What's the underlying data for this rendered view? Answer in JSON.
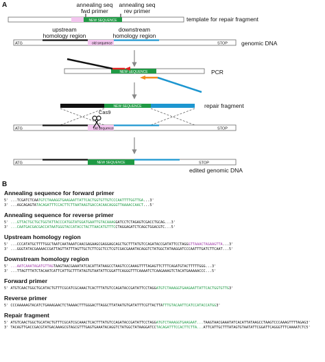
{
  "panel_a": {
    "label": "A",
    "template_label": "template for repair fragment",
    "fwd_primer_label": [
      "annealing seq",
      "fwd primer"
    ],
    "rev_primer_label": [
      "annealing seq",
      "rev primer"
    ],
    "upstream_label": [
      "upstream",
      "homology region"
    ],
    "downstream_label": [
      "downstream",
      "homology region"
    ],
    "genomic_label": "genomic DNA",
    "pcr_label": "PCR",
    "repair_label": "repair fragment",
    "edited_label": "edited genomic DNA",
    "atg": "ATG",
    "stop": "STOP",
    "new_sequence": "NEW SEQUENCE",
    "old_sequence": "old sequence",
    "cas9": "Cas9",
    "colors": {
      "green": "#1f9a45",
      "black": "#111111",
      "blue": "#1d96d0",
      "pink": "#f3c6ef",
      "red": "#e02020",
      "orange": "#f28a1e",
      "gray": "#888888"
    }
  },
  "panel_b": {
    "label": "B",
    "sections": [
      {
        "title": "Annealing sequence for forward primer",
        "lines": [
          {
            "p": "5'",
            "segs": [
              {
                "t": "...TCGATCTCAA",
                "c": "k"
              },
              {
                "t": "TGTCTAAAGGTGAAGAATTATTCACTGGTGTTGTCCCAATTTTGGTTGA",
                "c": "g"
              },
              {
                "t": "...3'",
                "c": "k"
              }
            ]
          },
          {
            "p": "3'",
            "segs": [
              {
                "t": "...AGCAGAGTA",
                "c": "k"
              },
              {
                "t": "TACAGATTTCCACTTCTTAATAAGTGACCACAACAGGGTTAAAACCAACT",
                "c": "g"
              },
              {
                "t": "...5'",
                "c": "k"
              }
            ]
          }
        ]
      },
      {
        "title": "Annealing sequence for reverse primer",
        "lines": [
          {
            "p": "5'",
            "segs": [
              {
                "t": "...GTTACTGCTGCTGGTATTAC",
                "c": "g"
              },
              {
                "t": "CCATGGTATGGATGAATTGTACAAAG",
                "c": "g"
              },
              {
                "t": "GATCCTCTAGAGTCGACCTGCAG...3'",
                "c": "k"
              }
            ]
          },
          {
            "p": "3'",
            "segs": [
              {
                "t": "...CAATGACGACGACCATAATG",
                "c": "g"
              },
              {
                "t": "GGTACCATACCTACTTAACATGTTTC",
                "c": "g"
              },
              {
                "t": "CTAGGAGATCTCAGCTGGACGTC...5'",
                "c": "k"
              }
            ]
          }
        ]
      },
      {
        "title": "Upstream homology region",
        "lines": [
          {
            "p": "5'",
            "segs": [
              {
                "t": "...CCCATATGCTTTTGGCTAAT",
                "c": "k"
              },
              {
                "t": "CAATAAATCAACGAGAAGCGAGGAGCAGCTGCTTTATGTCCAGATACCGATATTCCTAGG",
                "c": "k"
              },
              {
                "t": "GTTAAACTAGAAGTTA",
                "c": "p"
              },
              {
                "t": "...3'",
                "c": "k"
              }
            ]
          },
          {
            "p": "3'",
            "segs": [
              {
                "t": "...GGGTATACGAAAACCGATTA",
                "c": "k"
              },
              {
                "t": "GTTATTTAGTTGCTCTTCGCTCCTCGTCGACGAAATACAGGTCTATGGCTATAAGGATCC",
                "c": "k"
              },
              {
                "t": "CAATTTGATCTTCAAT",
                "c": "k"
              },
              {
                "t": "...5'",
                "c": "k"
              }
            ]
          }
        ]
      },
      {
        "title": "Downstream homology region",
        "lines": [
          {
            "p": "5'",
            "segs": [
              {
                "t": "...AATCAAATAGATGTTAG",
                "c": "p"
              },
              {
                "t": "TAAGTAACGAAATATCACATTATAAGCCTAAGTCCCAAAGTTTTAGAGTTCTTTCAGATGTACTTTTTGGG",
                "c": "k"
              },
              {
                "t": "...3'",
                "c": "k"
              }
            ]
          },
          {
            "p": "3'",
            "segs": [
              {
                "t": "...TTAGTTTATCTACAATC",
                "c": "k"
              },
              {
                "t": "ATTCATTGCTTTATAGTGTAATATTCGGATTCAGGGTTTCAAAATCTCAAGAAAGTCTACATGAAAAACCC",
                "c": "k"
              },
              {
                "t": "...5'",
                "c": "k"
              }
            ]
          }
        ]
      },
      {
        "title": "Forward primer",
        "lines": [
          {
            "p": "5'",
            "segs": [
              {
                "t": "ATGTCAACTGGCTGCATACTGTTTCGCATCGCAAACTCACTTTATGTCCAGATACCGATATTCCTAGG",
                "c": "k"
              },
              {
                "t": "ATGTCTAAAGGTGAAGAATTATTCACTGGTGTTG",
                "c": "g"
              },
              {
                "t": "3'",
                "c": "k"
              }
            ]
          }
        ]
      },
      {
        "title": "Reverse primer",
        "lines": [
          {
            "p": "5'",
            "segs": [
              {
                "t": "CCCAAAAAGTACATCTGAAAGAACTCTAAAACTTTGGGACTTAGGCTTATAATGTGATATTTCGTTACTTA",
                "c": "k"
              },
              {
                "t": "TTTGTACAATTCATCCATACCATGG",
                "c": "g"
              },
              {
                "t": "3'",
                "c": "k"
              }
            ]
          }
        ]
      },
      {
        "title": "Repair fragment",
        "lines": [
          {
            "p": "5'",
            "segs": [
              {
                "t": "ATGTCAACTGGCTGCATACTGTTTCGCATCGCAAACTCACTTTATGTCCAGATACCGATATTCCTAGG",
                "c": "k"
              },
              {
                "t": "ATGTCTAAAGGTGAAGAAT...",
                "c": "g"
              },
              {
                "t": "TAAGTAACGAAATATCACATTATAAGCCTAAGTCCCAAAGTTTTAGAG",
                "c": "k"
              },
              {
                "t": "3'",
                "c": "k"
              }
            ]
          },
          {
            "p": "3'",
            "segs": [
              {
                "t": "TACAGTTGACCGACGTATGACAAAGCGTAGCGTTTGAGTGAAATACAGGTCTATGGCTATAAGGATCC",
                "c": "k"
              },
              {
                "t": "TACAGATTTCCACTTCTTA...",
                "c": "g"
              },
              {
                "t": "ATTCATTGCTTTATAGTGTAATATTCGGATTCAGGGTTTCAAAATCTC",
                "c": "k"
              },
              {
                "t": "5'",
                "c": "k"
              }
            ]
          }
        ]
      }
    ]
  }
}
